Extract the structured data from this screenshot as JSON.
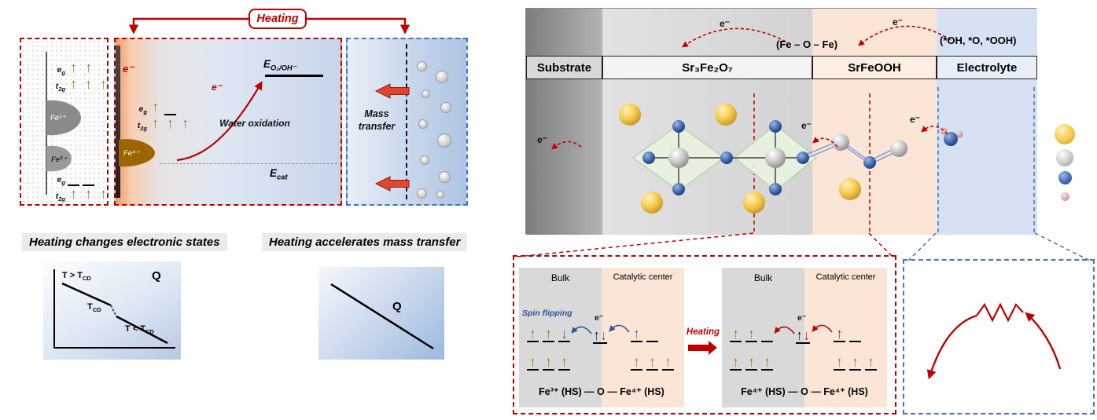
{
  "colors": {
    "red": "#c00000",
    "gold": "#9c6500",
    "blue": "#2f5597",
    "blue_border": "#4472c4",
    "peach": "#fbe5d6",
    "gray_zone": "#d9d9d9"
  },
  "banner": {
    "heating": "Heating"
  },
  "orb": {
    "e": "e",
    "g": "g",
    "t": "t",
    "tg": "2g"
  },
  "dos": {
    "fe3": "Fe³⁺",
    "fe5": "Fe⁵⁺",
    "top_eg": [
      "gold-up",
      "gold-up"
    ],
    "top_t2g": [
      "gold-up",
      "gold-up",
      "gold-up"
    ],
    "bot_eg": [
      "line",
      "line"
    ],
    "bot_t2g": [
      "gold-up",
      "gold-up",
      "gold-up"
    ]
  },
  "energy": {
    "electron": "e⁻",
    "curve_electron": "e⁻",
    "fe4": "Fe⁴⁺",
    "level_e": "E",
    "level_sub": "O₂/OH⁻",
    "cat_e": "E",
    "cat_sub": "cat",
    "water_oxidation": "Water oxidation",
    "eg_row": [
      "gold-up",
      "line"
    ],
    "t2g_row": [
      "gold-up",
      "gold-up",
      "gold-up"
    ]
  },
  "mass": {
    "line1": "Mass",
    "line2": "transfer"
  },
  "captions": {
    "electronic": "Heating changes electronic states",
    "mass": "Heating accelerates mass transfer"
  },
  "chart1": {
    "q": "Q",
    "t_above": "T > T",
    "t_below": "T < T",
    "t_cd": "T",
    "cd": "CD"
  },
  "chart2": {
    "q": "Q"
  },
  "panel": {
    "headers": [
      "Substrate",
      "Sr₃Fe₂O₇",
      "SrFeOOH",
      "Electrolyte"
    ],
    "e_top1": "e⁻",
    "e_top2": "e⁻",
    "fe_o_fe": "(Fe – O – Fe)",
    "intermediates": "(*OH, *O, *OOH)",
    "e_sub": "e⁻",
    "e_mid": "e⁻",
    "e_right": "e⁻"
  },
  "spin": {
    "before": {
      "bulk": "Bulk",
      "catalytic": "Catalytic center",
      "flipping": "Spin flipping",
      "electron": "e⁻",
      "label": "Fe³⁺ (HS) — O — Fe⁴⁺ (HS)",
      "eg_bulk": [
        "gold-up",
        "gold-up",
        "blue-down"
      ],
      "o_site": [
        "black-up",
        "blue-down"
      ],
      "eg_cat": [
        "blue-up",
        "line"
      ],
      "t2g_bulk": [
        "gold-up",
        "gold-up",
        "gold-up"
      ],
      "t2g_cat": [
        "gold-up",
        "gold-up",
        "gold-up"
      ]
    },
    "heating": "Heating",
    "after": {
      "bulk": "Bulk",
      "catalytic": "Catalytic center",
      "electron": "e⁻",
      "label": "Fe⁴⁺ (HS) — O — Fe⁴⁺ (HS)",
      "eg_bulk": [
        "gold-up",
        "gold-up",
        "line"
      ],
      "o_site": [
        "black-up",
        "red-down"
      ],
      "eg_cat": [
        "red-up",
        "line"
      ],
      "t2g_bulk": [
        "gold-up",
        "gold-up",
        "gold-up"
      ],
      "t2g_cat": [
        "gold-up",
        "gold-up",
        "gold-up"
      ]
    }
  }
}
